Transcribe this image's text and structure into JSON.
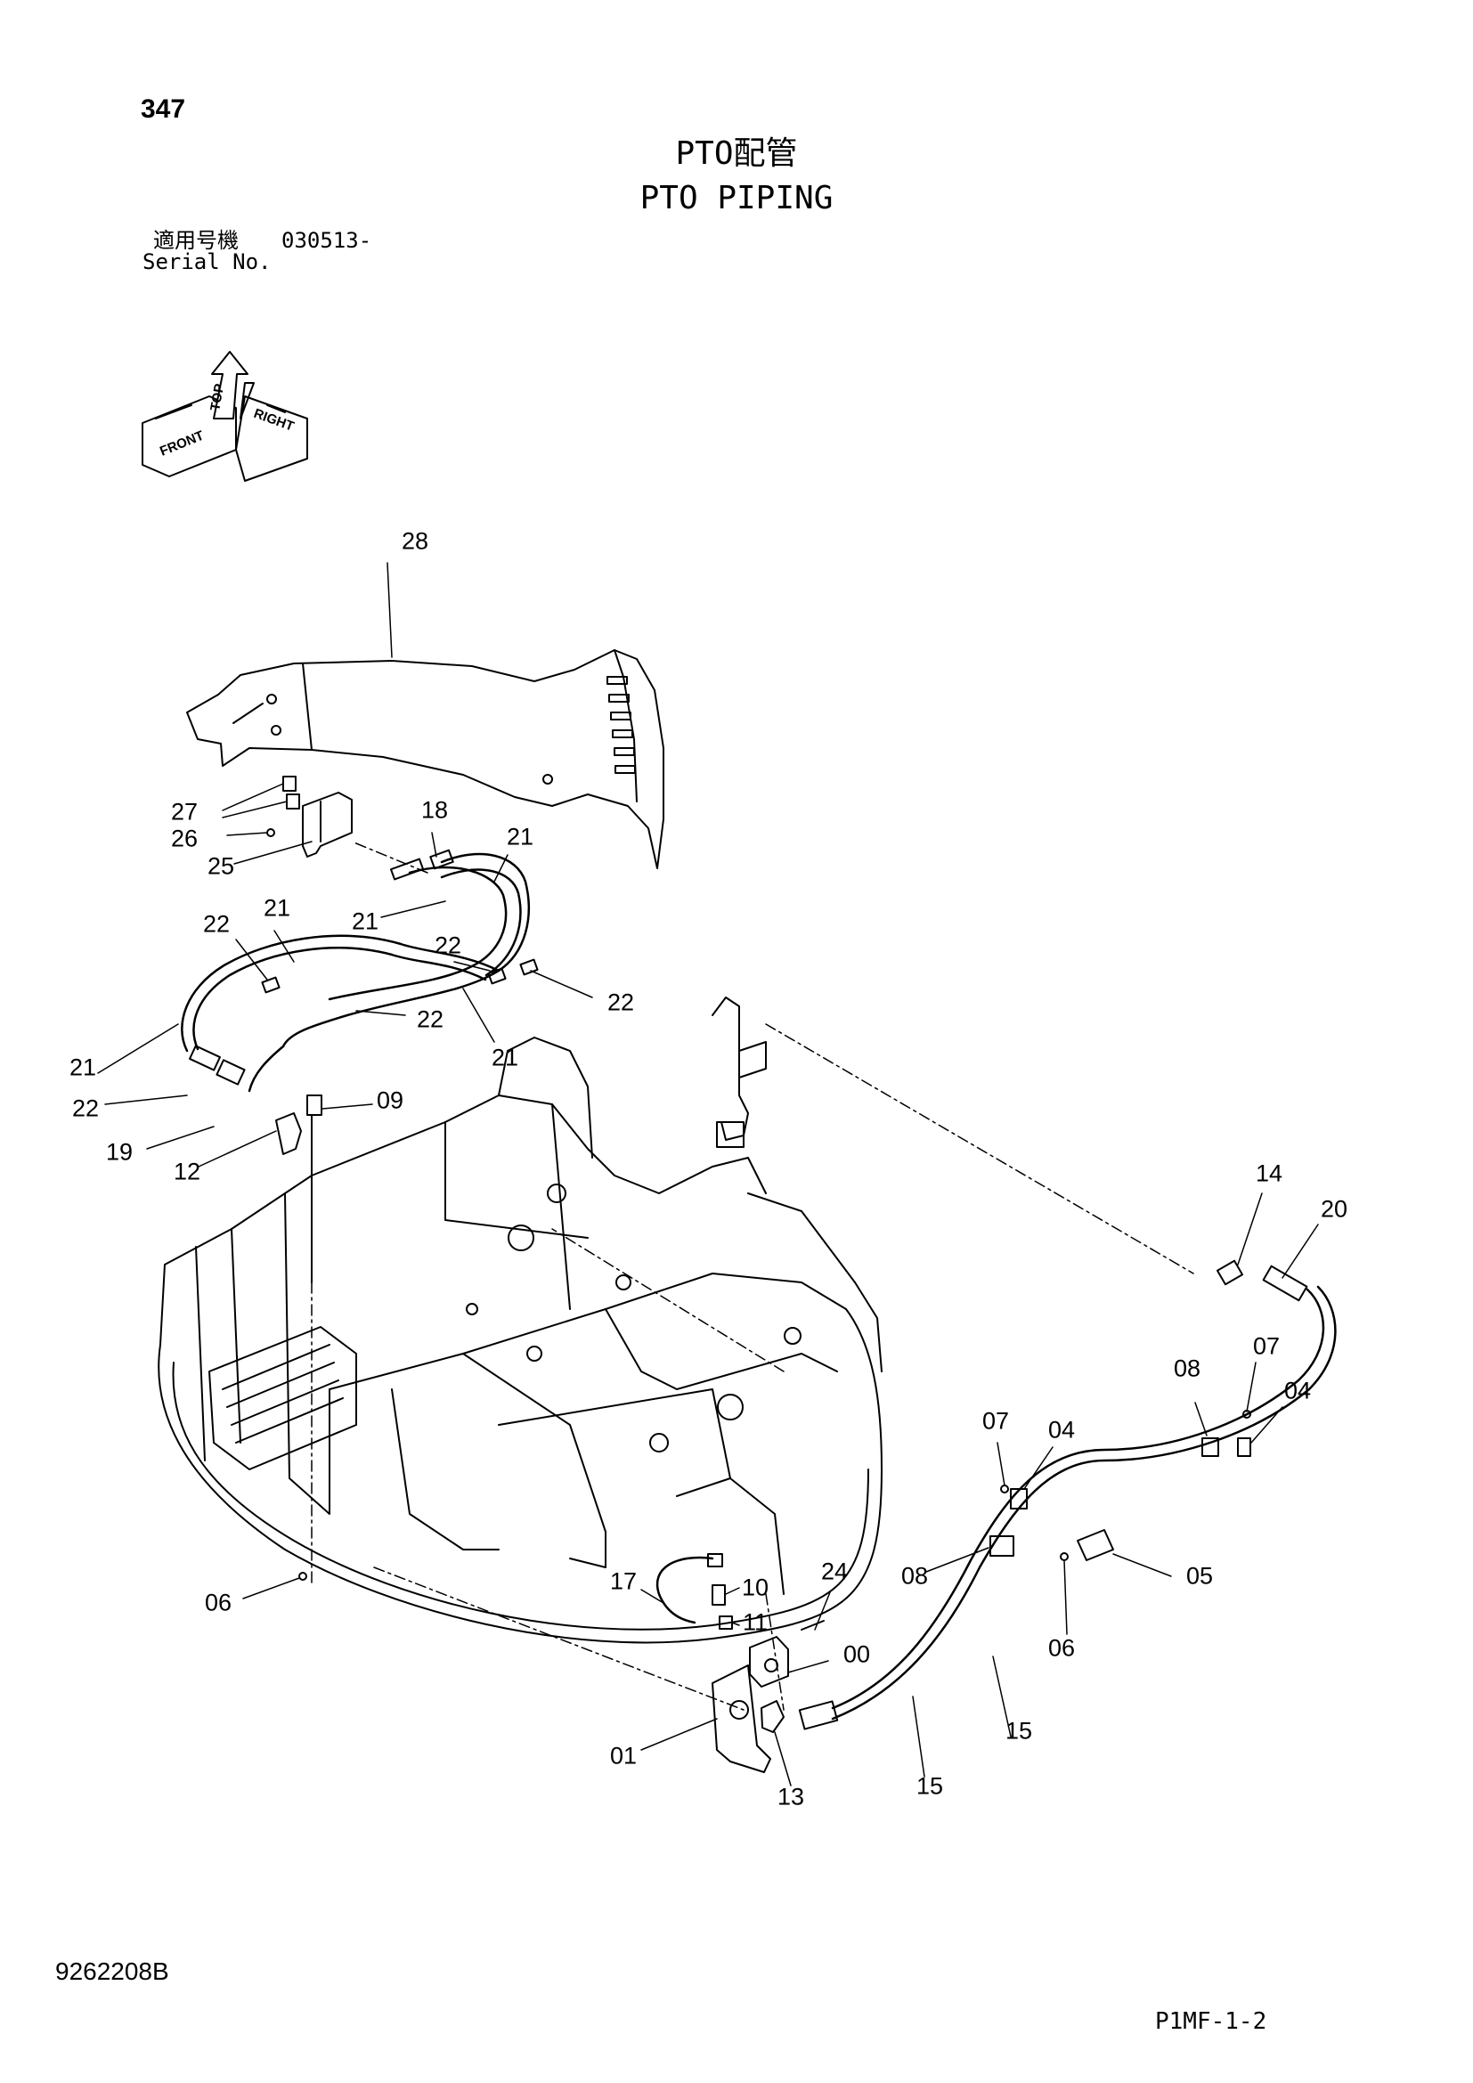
{
  "header": {
    "page_number": "347",
    "title_ja": "PTO配管",
    "title_en": "PTO PIPING",
    "serial_label_ja": "適用号機",
    "serial_value": "030513-",
    "serial_label_en": "Serial No."
  },
  "orientation": {
    "front": "FRONT",
    "top": "TOP",
    "right": "RIGHT"
  },
  "callouts": {
    "c28": "28",
    "c27": "27",
    "c26": "26",
    "c25": "25",
    "c18": "18",
    "c21a": "21",
    "c21b": "21",
    "c21c": "21",
    "c21d": "21",
    "c21e": "21",
    "c22a": "22",
    "c22b": "22",
    "c22c": "22",
    "c22d": "22",
    "c22e": "22",
    "c09": "09",
    "c19": "19",
    "c12": "12",
    "c14": "14",
    "c20": "20",
    "c08a": "08",
    "c07a": "07",
    "c04a": "04",
    "c07b": "07",
    "c04b": "04",
    "c08b": "08",
    "c05": "05",
    "c06a": "06",
    "c06b": "06",
    "c24": "24",
    "c17": "17",
    "c10": "10",
    "c11": "11",
    "c00": "00",
    "c15a": "15",
    "c15b": "15",
    "c01": "01",
    "c13": "13"
  },
  "footer": {
    "drawing_number": "9262208B",
    "sheet_ref": "P1MF-1-2"
  }
}
